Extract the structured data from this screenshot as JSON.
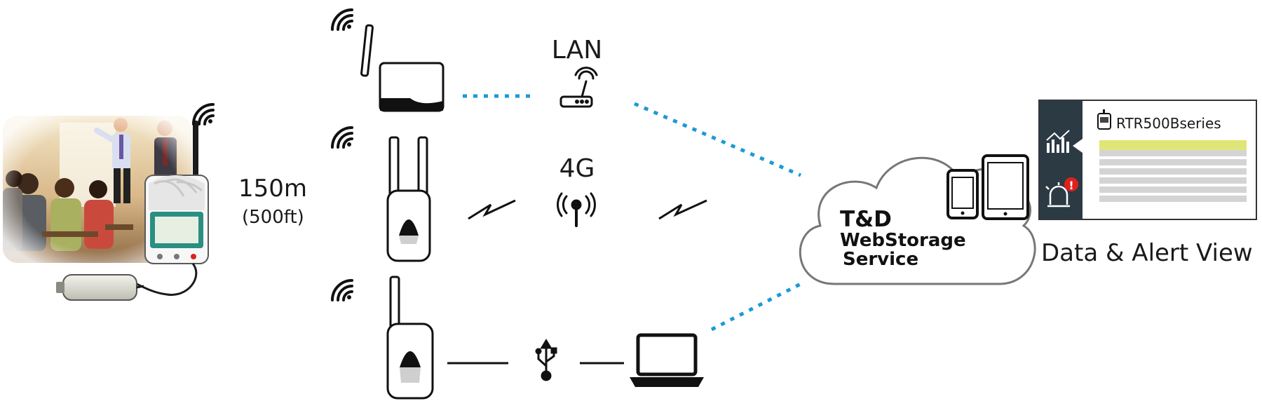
{
  "labels": {
    "distance_main": "150m",
    "distance_sub": "(500ft)",
    "lan": "LAN",
    "mobile": "4G",
    "cloud_line1": "T&D",
    "cloud_line2": "WebStorage",
    "cloud_line3": "Service",
    "panel_title": "RTR500Bseries",
    "data_view": "Data & Alert View"
  },
  "icons": {
    "wifi": "wifi-signal-icon",
    "router": "router-icon",
    "antenna": "cell-antenna-icon",
    "usb": "usb-icon",
    "laptop": "laptop-icon",
    "smartphone": "smartphone-icon",
    "tablet": "tablet-icon",
    "chart": "bar-chart-icon",
    "alert": "alarm-light-icon"
  },
  "colors": {
    "dotted_link": "#1b9ad6",
    "highlight_row": "#dfe677",
    "panel_dark": "#2c3a44",
    "alert_red": "#e0201c"
  }
}
